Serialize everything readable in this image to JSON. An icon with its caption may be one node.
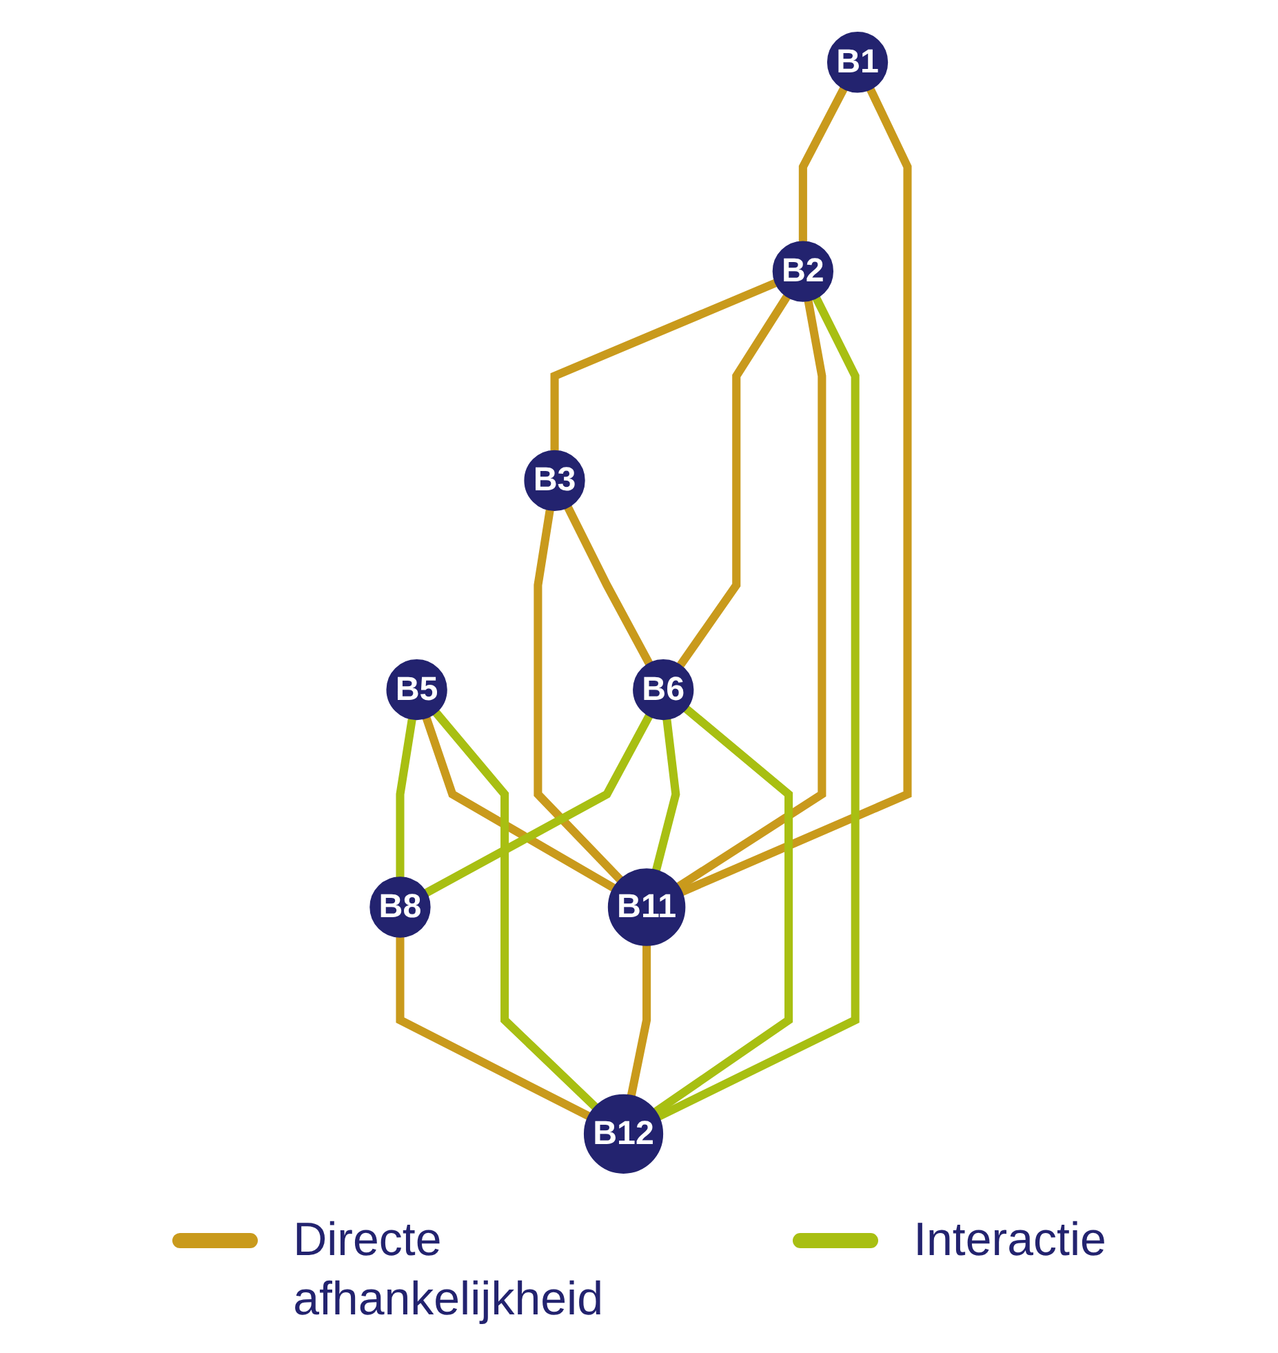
{
  "diagram": {
    "nodes": [
      {
        "text": [
          "B1"
        ]
      },
      {
        "text": [
          "B2"
        ]
      },
      {
        "text": [
          "B3"
        ]
      },
      {
        "text": [
          "B5"
        ]
      },
      {
        "text": [
          "B6"
        ]
      },
      {
        "text": [
          "B8"
        ]
      },
      {
        "text": [
          "B11"
        ]
      },
      {
        "text": [
          "B12"
        ]
      }
    ],
    "edges": [
      {
        "from": 0,
        "to": 1,
        "arrow": "none"
      },
      {
        "from": 0,
        "to": 6,
        "arrow": "none"
      },
      {
        "from": 1,
        "to": 2,
        "arrow": "none"
      },
      {
        "from": 1,
        "to": 4,
        "arrow": "none"
      },
      {
        "from": 1,
        "to": 6,
        "arrow": "none"
      },
      {
        "from": 1,
        "to": 7,
        "arrow": "none",
        "color": "#a8bf12"
      },
      {
        "from": 2,
        "to": 6,
        "arrow": "none"
      },
      {
        "from": 2,
        "to": 4,
        "arrow": "none"
      },
      {
        "from": 3,
        "to": 5,
        "arrow": "none",
        "color": "#a8bf12"
      },
      {
        "from": 3,
        "to": 6,
        "arrow": "none"
      },
      {
        "from": 3,
        "to": 7,
        "arrow": "none",
        "color": "#a8bf12"
      },
      {
        "from": 4,
        "to": 5,
        "arrow": "none",
        "color": "#a8bf12"
      },
      {
        "from": 4,
        "to": 6,
        "arrow": "none",
        "color": "#a8bf12"
      },
      {
        "from": 4,
        "to": 7,
        "arrow": "none",
        "color": "#a8bf12"
      },
      {
        "from": 5,
        "to": 7,
        "arrow": "none"
      },
      {
        "from": 6,
        "to": 7,
        "arrow": "none"
      }
    ],
    "legend": [
      {
        "text": "Directe afhankelijkheid",
        "color": "#c99a1c"
      },
      {
        "text": "Interactie",
        "color": "#a8bf12"
      }
    ]
  }
}
